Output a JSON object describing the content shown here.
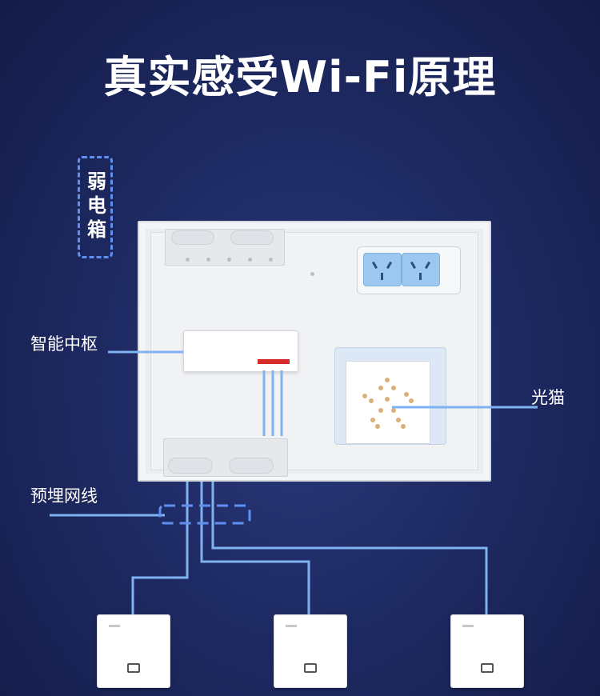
{
  "title": "真实感受Wi-Fi原理",
  "box_label": "弱电箱",
  "labels": {
    "hub": "智能中枢",
    "modem": "光猫",
    "cable": "预埋网线"
  },
  "colors": {
    "line": "#7fb2f0",
    "dash": "#5f8ff0",
    "background": "#1e2a63"
  },
  "icons": [
    "power-socket-icon",
    "ethernet-port-icon"
  ]
}
